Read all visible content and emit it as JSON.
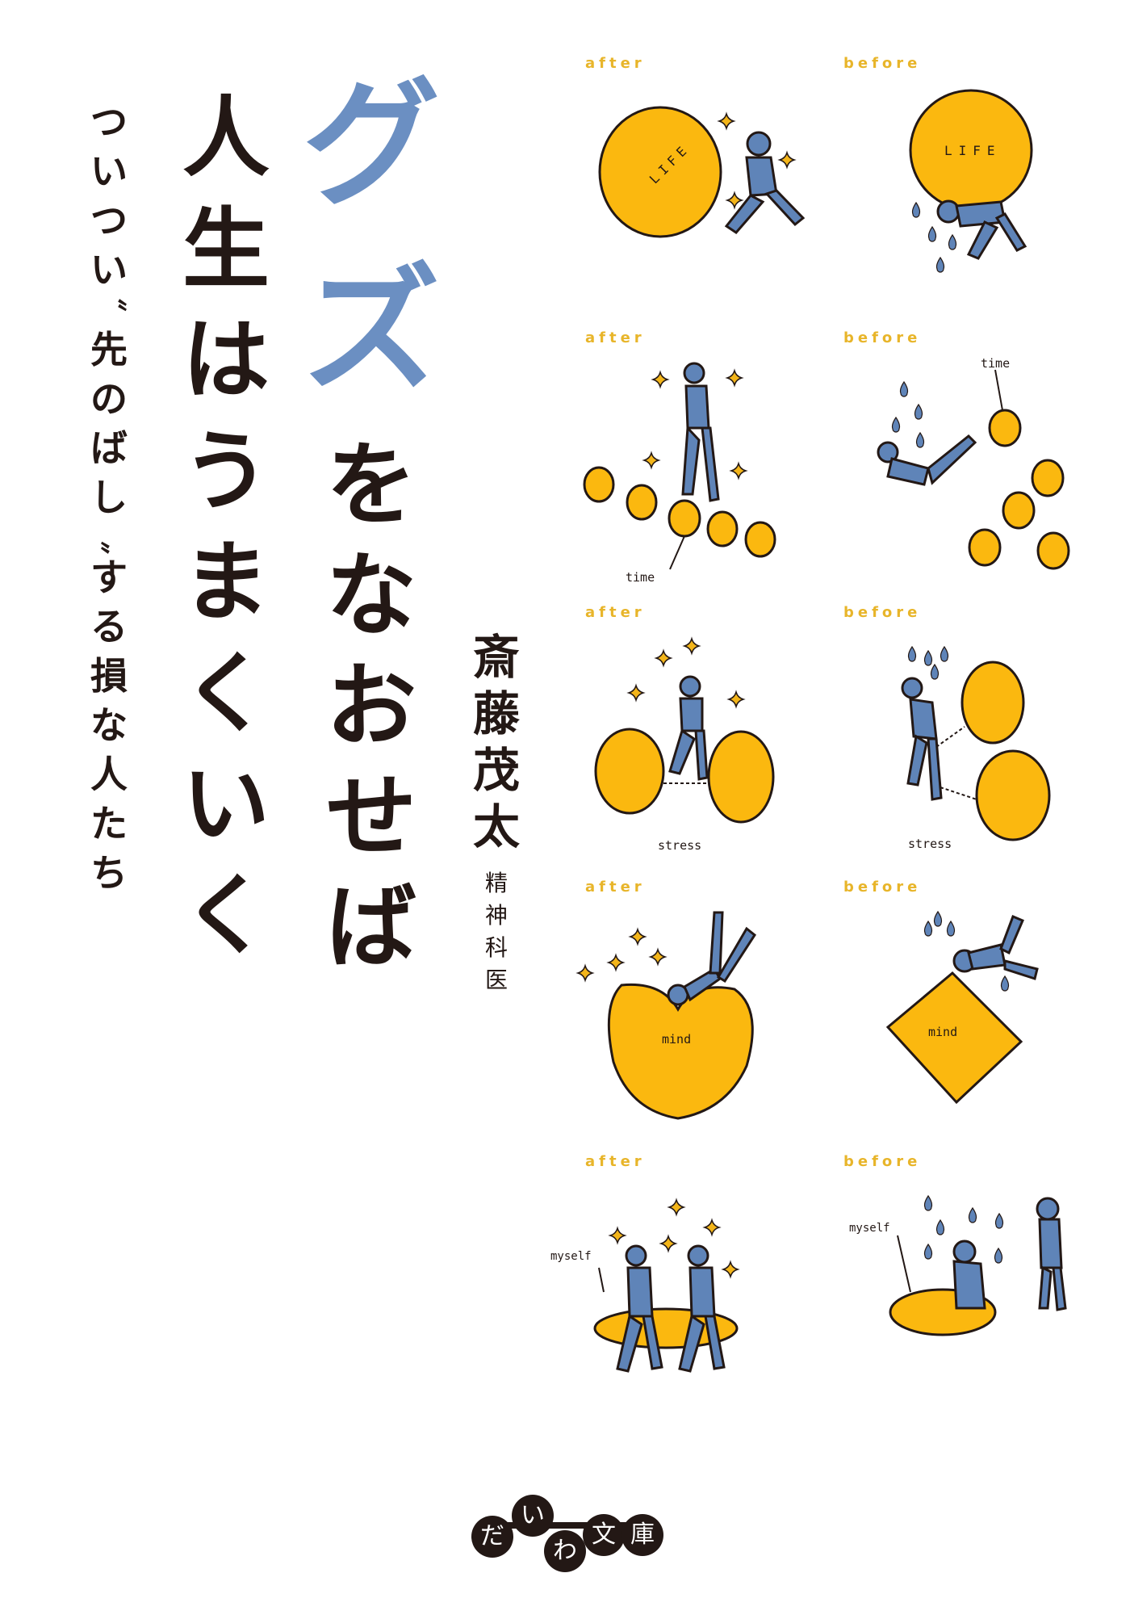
{
  "cover": {
    "title_line1_blue": [
      "グ",
      "ズ"
    ],
    "title_line1_black": [
      "を",
      "な",
      "お",
      "せ",
      "ば"
    ],
    "title_line2": [
      "人",
      "生",
      "は",
      "う",
      "ま",
      "く",
      "い",
      "く"
    ],
    "subtitle": [
      "つ",
      "い",
      "つ",
      "い",
      "〝",
      "先",
      "の",
      "ば",
      "し",
      "〟",
      "す",
      "る",
      "損",
      "な",
      "人",
      "た",
      "ち"
    ],
    "author": [
      "斎",
      "藤",
      "茂",
      "太"
    ],
    "author_role": [
      "精",
      "神",
      "科",
      "医"
    ],
    "colors": {
      "title_blue": "#6b8fc2",
      "text_black": "#231815",
      "label_gold": "#e8b52a",
      "circle_orange": "#fbb80f",
      "figure_blue": "#5f84b8"
    }
  },
  "illustrations": [
    {
      "after_label": "after",
      "before_label": "before",
      "after_word": "LIFE",
      "before_word": "LIFE"
    },
    {
      "after_label": "after",
      "before_label": "before",
      "after_word": "time",
      "before_word": "time"
    },
    {
      "after_label": "after",
      "before_label": "before",
      "after_word": "stress",
      "before_word": "stress"
    },
    {
      "after_label": "after",
      "before_label": "before",
      "after_word": "mind",
      "before_word": "mind"
    },
    {
      "after_label": "after",
      "before_label": "before",
      "after_word": "myself",
      "before_word": "myself"
    }
  ],
  "publisher": {
    "logo_chars": [
      "だ",
      "い",
      "わ",
      "文",
      "庫"
    ]
  }
}
